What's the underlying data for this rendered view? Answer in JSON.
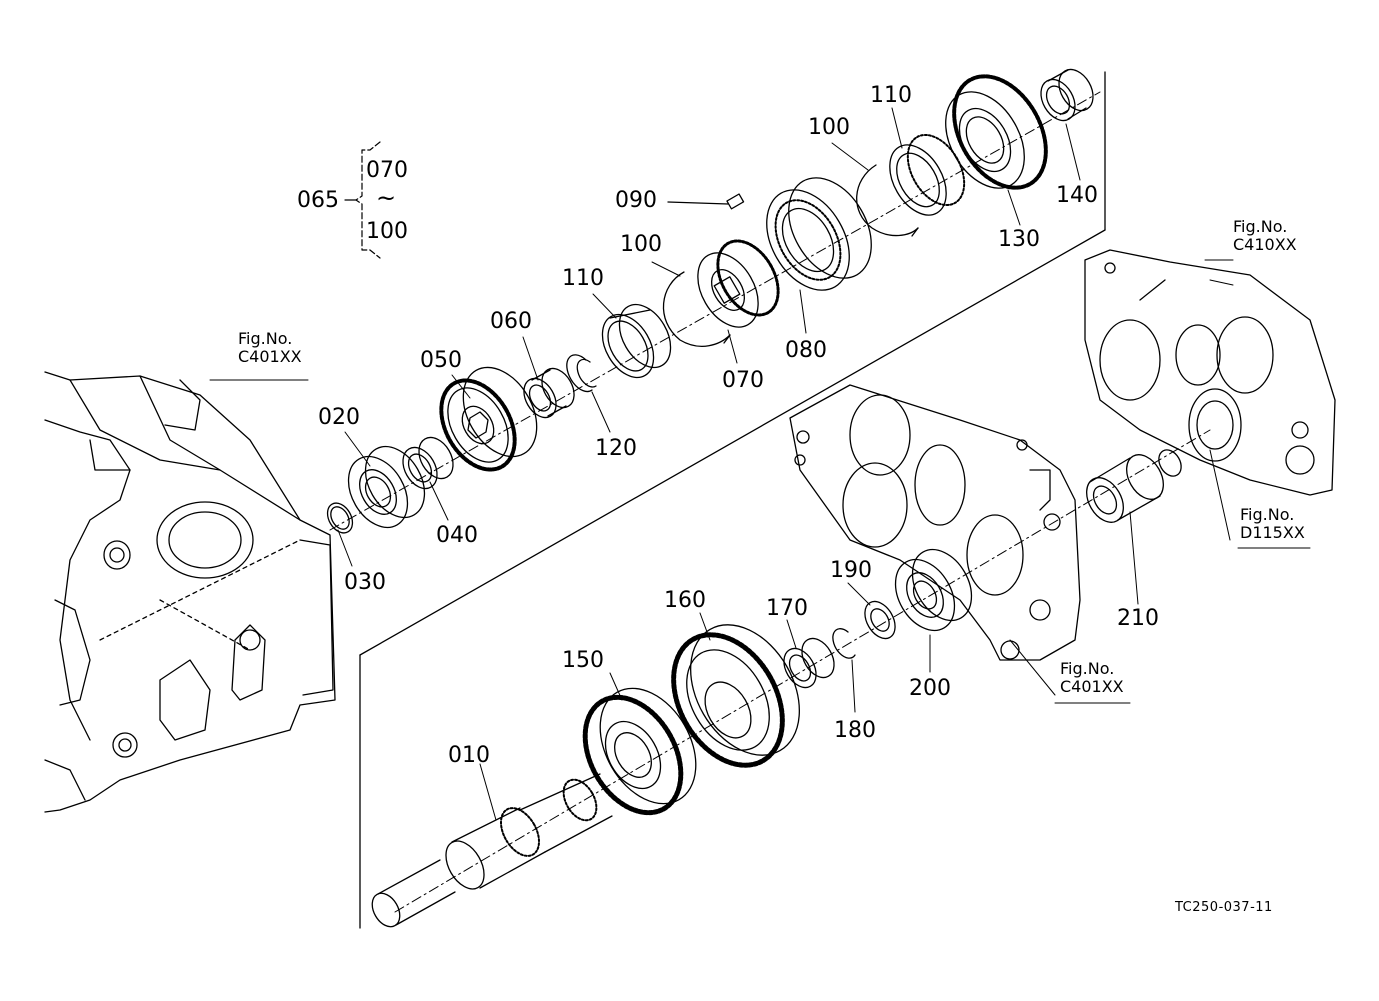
{
  "parts": {
    "p010": "010",
    "p020": "020",
    "p030": "030",
    "p040": "040",
    "p050": "050",
    "p060": "060",
    "p065": "065",
    "p070": "070",
    "p080": "080",
    "p090": "090",
    "p100a": "100",
    "p100b": "100",
    "p110a": "110",
    "p110b": "110",
    "p120": "120",
    "p130": "130",
    "p140": "140",
    "p150": "150",
    "p160": "160",
    "p170": "170",
    "p180": "180",
    "p190": "190",
    "p200": "200",
    "p210": "210"
  },
  "bracket": {
    "top": "070",
    "tilde": "~",
    "bottom": "100"
  },
  "figure_refs": {
    "fig_label": "Fig.No.",
    "left_housing": "C401XX",
    "right_top": "C410XX",
    "right_shaft": "D115XX",
    "right_case": "C401XX"
  },
  "drawing_code": "TC250-037-11",
  "colors": {
    "line": "#000000",
    "background": "#ffffff"
  }
}
